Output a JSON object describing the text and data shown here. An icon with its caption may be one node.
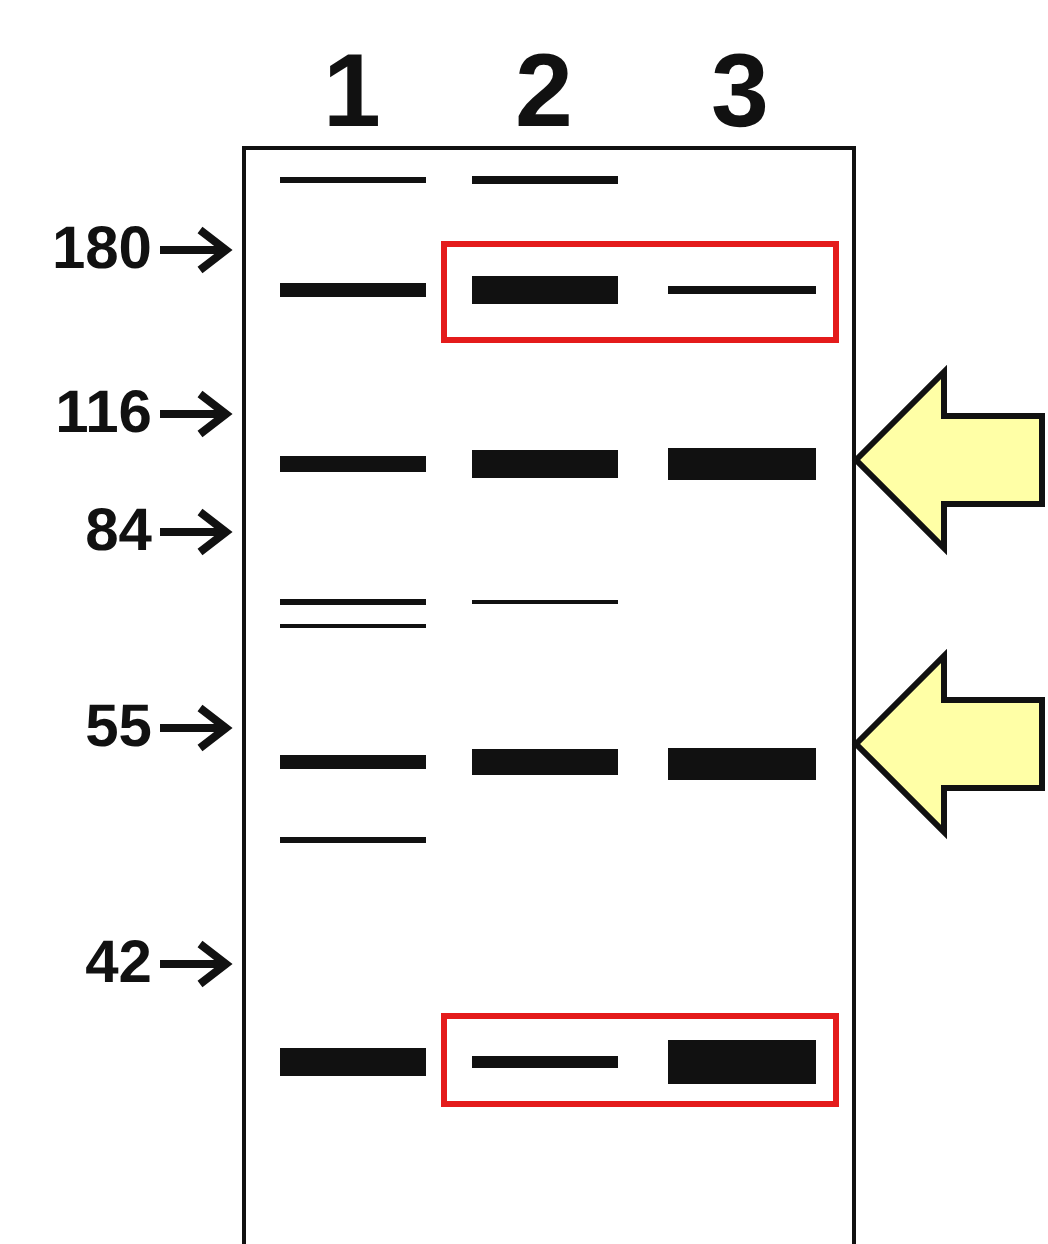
{
  "diagram": {
    "labels": [
      "1",
      "2",
      "3",
      "180",
      "116",
      "84",
      "55",
      "42"
    ]
  }
}
